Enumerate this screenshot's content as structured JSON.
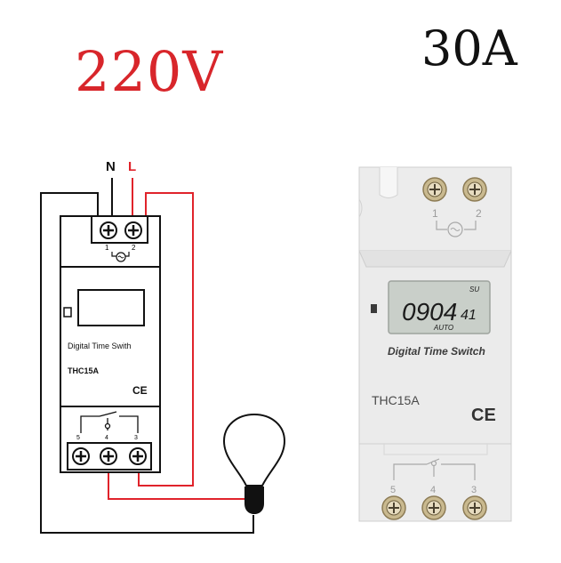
{
  "headline": {
    "voltage": "220V",
    "current": "30A"
  },
  "wiring_diagram": {
    "neutral_label": "N",
    "live_label": "L",
    "top_terminal_numbers": [
      "1",
      "2"
    ],
    "bottom_terminal_numbers": [
      "5",
      "4",
      "3"
    ],
    "device_label": "Digital Time Swith",
    "model": "THC15A",
    "ce_mark": "CE"
  },
  "product_photo": {
    "top_terminal_numbers": [
      "1",
      "2"
    ],
    "bottom_terminal_numbers": [
      "5",
      "4",
      "3"
    ],
    "lcd_time": "0904",
    "lcd_seconds": "41",
    "lcd_day": "SU",
    "lcd_mode": "AUTO",
    "device_label": "Digital Time Switch",
    "model": "THC15A",
    "ce_mark": "CE"
  },
  "colors": {
    "title_red": "#d8262b",
    "wire_red": "#e0232b",
    "wire_black": "#111111",
    "device_body": "#ebebeb",
    "lcd_background": "#c9cfc9"
  }
}
